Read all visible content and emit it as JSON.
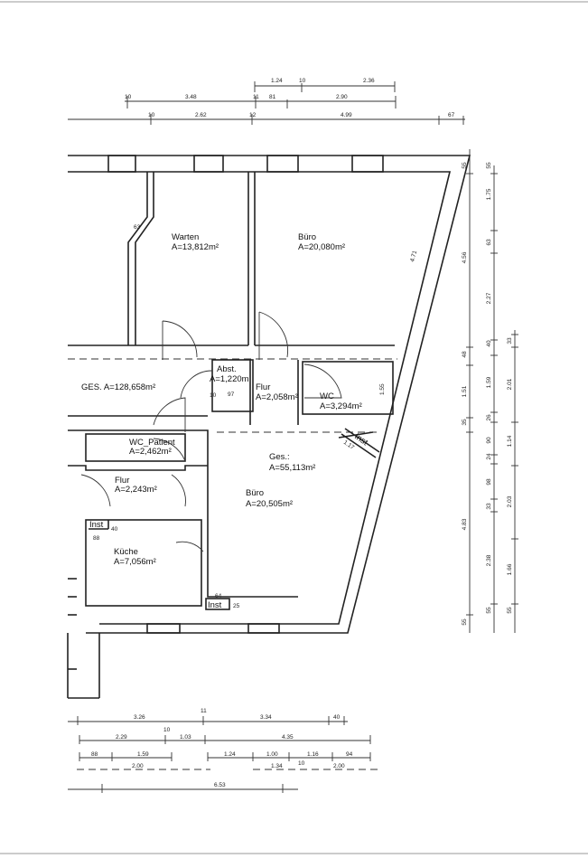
{
  "title": "GES. A=128,658m²",
  "rooms": {
    "warten": {
      "name": "Warten",
      "area": "A=13,812m²"
    },
    "buero_top": {
      "name": "Büro",
      "area": "A=20,080m²"
    },
    "gesamt": {
      "label": "GES. A=128,658m²"
    },
    "abst": {
      "name": "Abst.",
      "area": "A=1,220m"
    },
    "flur_mid": {
      "name": "Flur",
      "area": "A=2,058m²"
    },
    "wc": {
      "name": "WC",
      "area": "A=3,294m²"
    },
    "wc_patient": {
      "name": "WC_Patient",
      "area": "A=2,462m²"
    },
    "ges_sub": {
      "name": "Ges.:",
      "area": "A=55,113m²"
    },
    "flur_low": {
      "name": "Flur",
      "area": "A=2,243m²"
    },
    "buero_low": {
      "name": "Büro",
      "area": "A=20,505m²"
    },
    "kueche": {
      "name": "Küche",
      "area": "A=7,056m²"
    }
  },
  "inner_labels": [
    "63",
    "4.71",
    "1.55",
    "10",
    "97",
    "1.17",
    "Inst",
    "Inst",
    "40",
    "88",
    "64",
    "Inst",
    "25"
  ],
  "dims_top": [
    [
      "1.24",
      "10",
      "2.36"
    ],
    [
      "10",
      "3.48",
      "11",
      "81",
      "2.90"
    ],
    [
      "10",
      "2.62",
      "12",
      "4.99",
      "67"
    ]
  ],
  "dims_right": [
    [
      "55",
      "4.56",
      "48",
      "1.51",
      "35",
      "4.83",
      "55"
    ],
    [
      "55",
      "1.75",
      "63",
      "2.27",
      "40",
      "1.59",
      "26",
      "90",
      "24",
      "98",
      "33",
      "2.38",
      "55"
    ],
    [
      "33",
      "2.01",
      "1.14",
      "2.03",
      "1.66",
      "55"
    ]
  ],
  "dims_bottom": [
    [
      "3.26",
      "11",
      "3.34",
      "40"
    ],
    [
      "2.29",
      "10",
      "1.03",
      "4.35"
    ],
    [
      "88",
      "1.59",
      "1.24",
      "1.00",
      "1.16",
      "94"
    ],
    [
      "2.00",
      "1.34",
      "10",
      "2.00"
    ],
    [
      "6.53"
    ]
  ]
}
